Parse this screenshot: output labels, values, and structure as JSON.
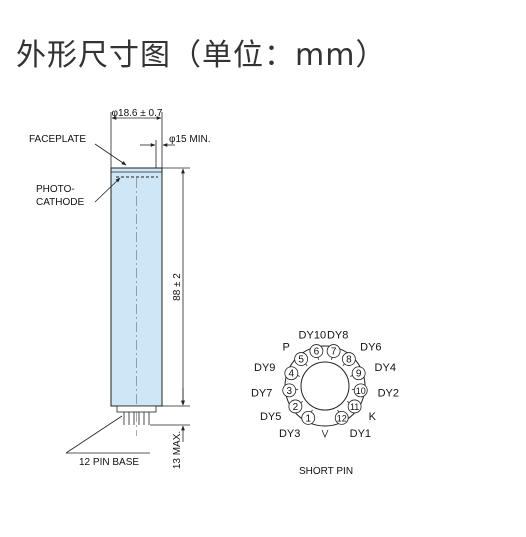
{
  "title": "外形尺寸图（单位：mm）",
  "dimensions": {
    "outer_diameter": "φ18.6 ± 0.7",
    "window_diameter": "φ15 MIN.",
    "length": "88 ± 2",
    "pin_length": "13 MAX."
  },
  "labels": {
    "faceplate": "FACEPLATE",
    "photocathode_line1": "PHOTO-",
    "photocathode_line2": "CATHODE",
    "pin_base": "12 PIN BASE",
    "short_pin": "SHORT PIN"
  },
  "pins": [
    {
      "number": "1",
      "name": "DY3"
    },
    {
      "number": "2",
      "name": "DY5"
    },
    {
      "number": "3",
      "name": "DY7"
    },
    {
      "number": "4",
      "name": "DY9"
    },
    {
      "number": "5",
      "name": "P"
    },
    {
      "number": "6",
      "name": "DY10"
    },
    {
      "number": "7",
      "name": "DY8"
    },
    {
      "number": "8",
      "name": "DY6"
    },
    {
      "number": "9",
      "name": "DY4"
    },
    {
      "number": "10",
      "name": "DY2"
    },
    {
      "number": "11",
      "name": "K"
    },
    {
      "number": "12",
      "name": "DY1"
    }
  ],
  "colors": {
    "tube_fill": "#cfe6f6",
    "line": "#222222",
    "background": "#ffffff"
  }
}
